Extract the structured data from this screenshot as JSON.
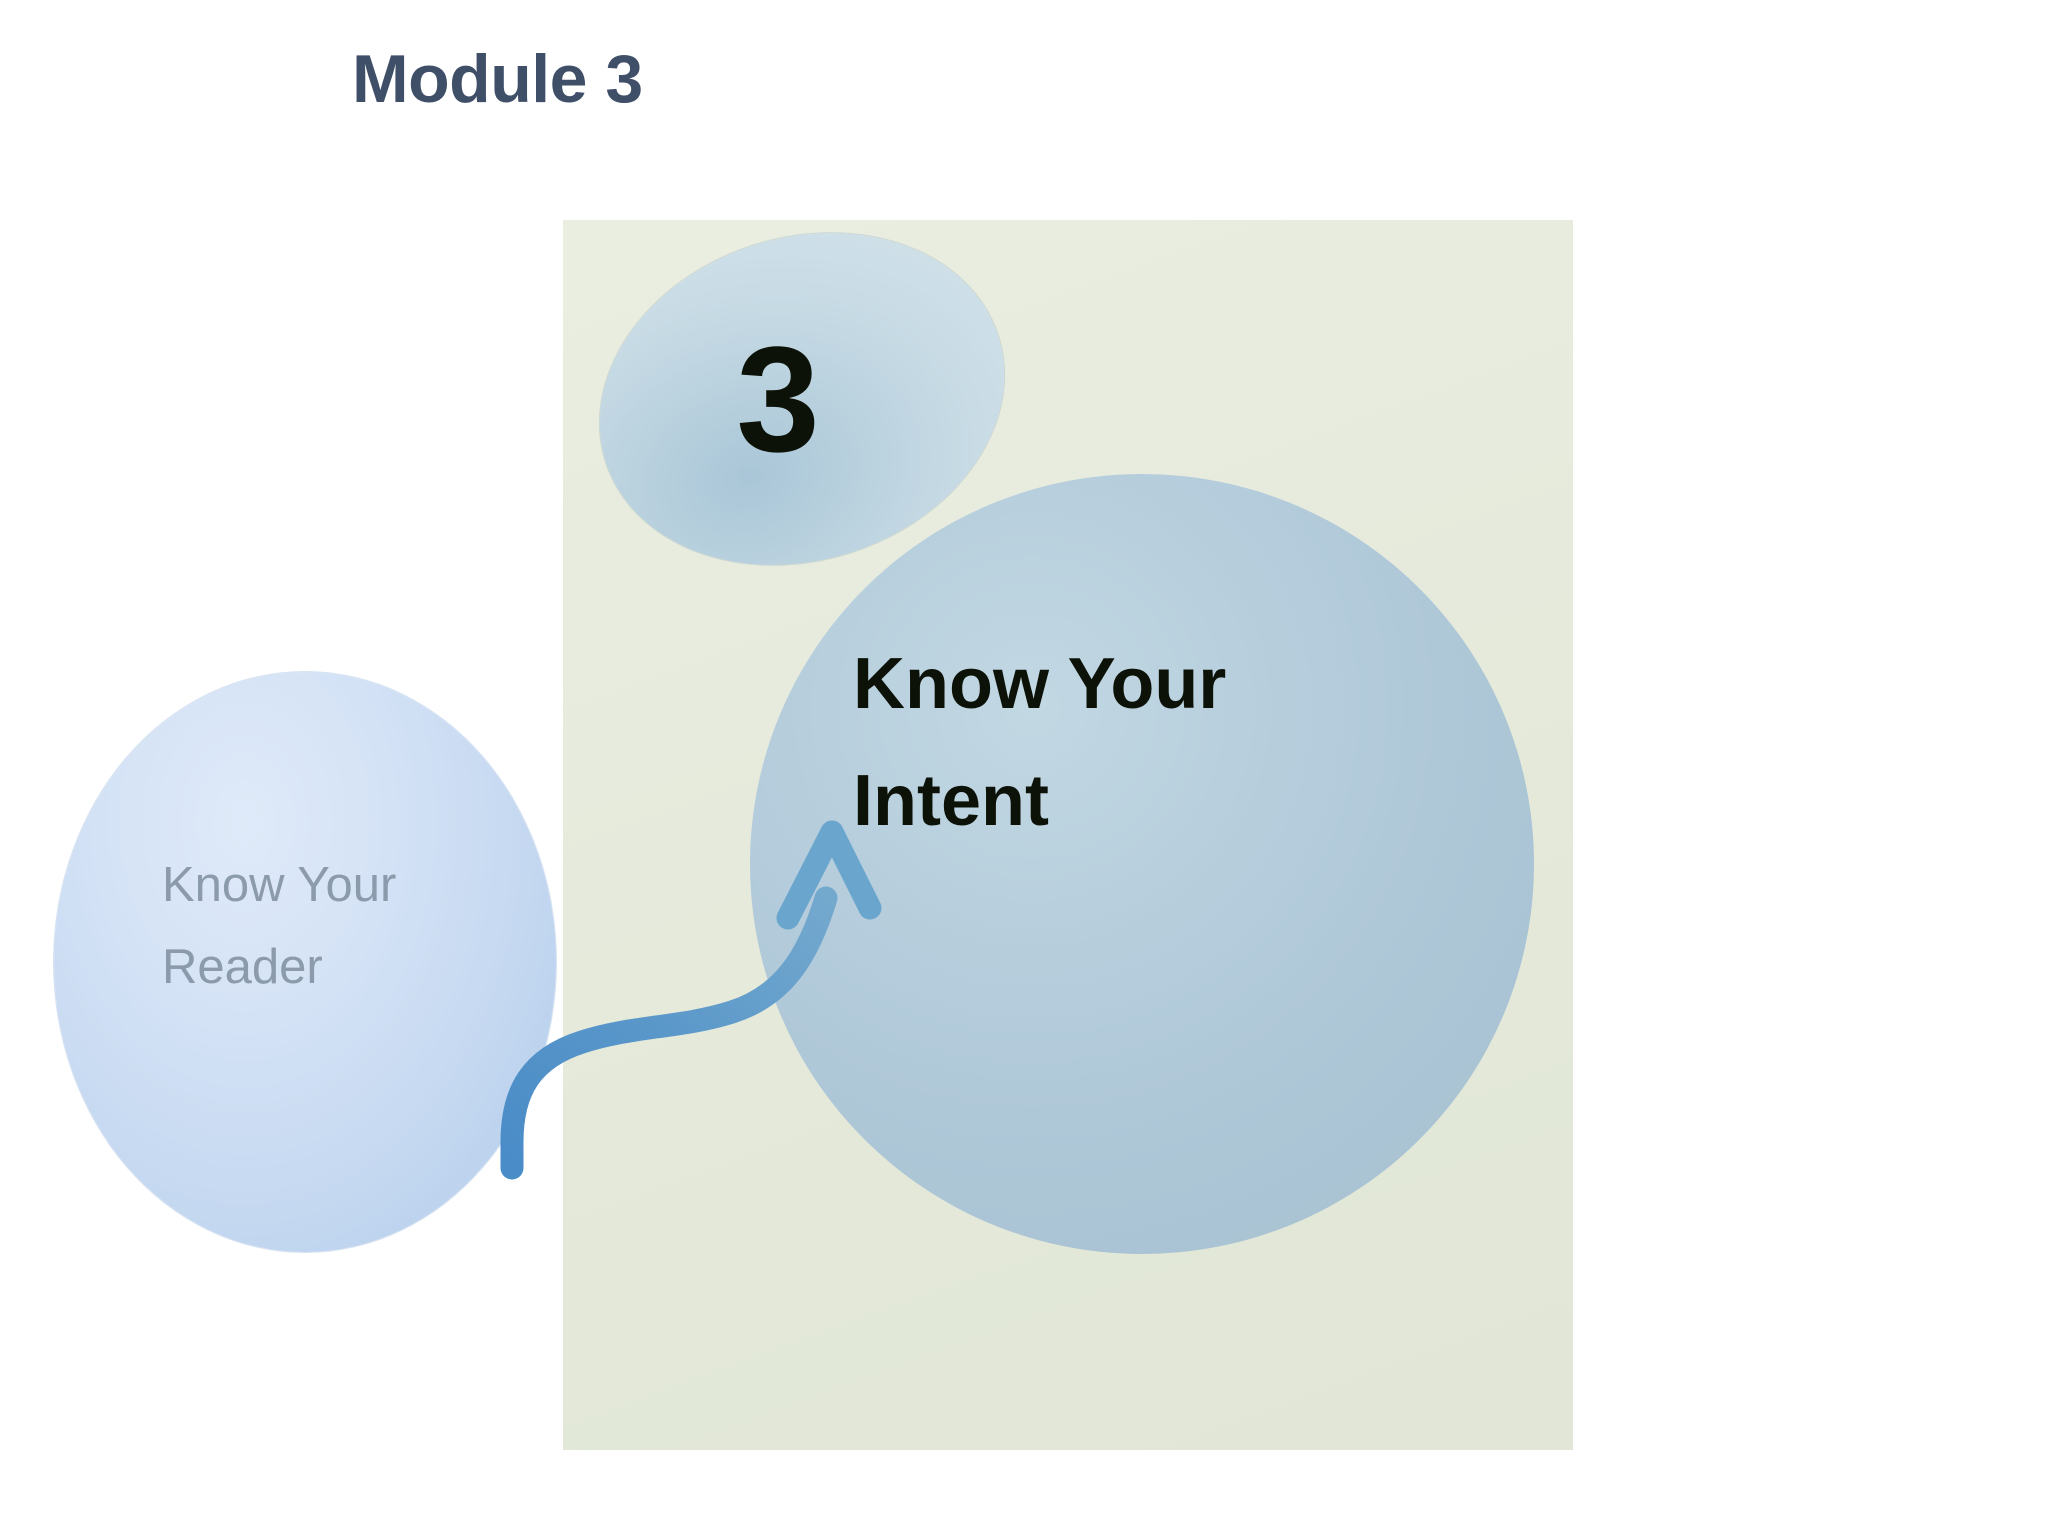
{
  "slide": {
    "title": "Module 3",
    "background_color": "#ffffff",
    "panel_color": "#e4e8da",
    "title_color": "#3f4f68"
  },
  "number_badge": {
    "value": "3",
    "shape": "ellipse",
    "fill_color": "#c5d9e5",
    "text_color": "#0d1208"
  },
  "intent_node": {
    "label": "Know Your Intent",
    "shape": "circle",
    "fill_color": "#b3cddd",
    "text_color": "#0d1208"
  },
  "reader_node": {
    "label": "Know Your Reader",
    "shape": "ellipse",
    "fill_color": "#ccdff5",
    "text_color": "#8b9bab"
  },
  "connector": {
    "icon": "curved-up-arrow-icon",
    "from": "Know Your Reader",
    "to": "Know Your Intent",
    "color": "#5b93c4"
  }
}
